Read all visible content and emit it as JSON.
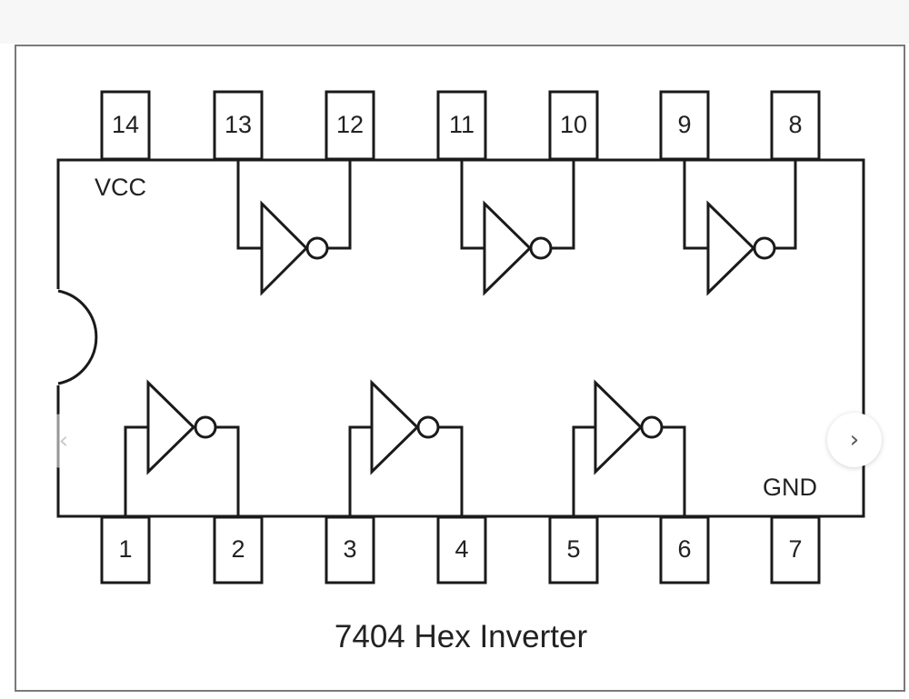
{
  "diagram": {
    "top_pins": [
      "14",
      "13",
      "12",
      "11",
      "10",
      "9",
      "8"
    ],
    "bottom_pins": [
      "1",
      "2",
      "3",
      "4",
      "5",
      "6",
      "7"
    ],
    "vcc_label": "VCC",
    "gnd_label": "GND",
    "caption": "7404 Hex Inverter"
  },
  "carousel": {
    "prev_icon": "chevron-left-icon",
    "next_icon": "chevron-right-icon"
  }
}
